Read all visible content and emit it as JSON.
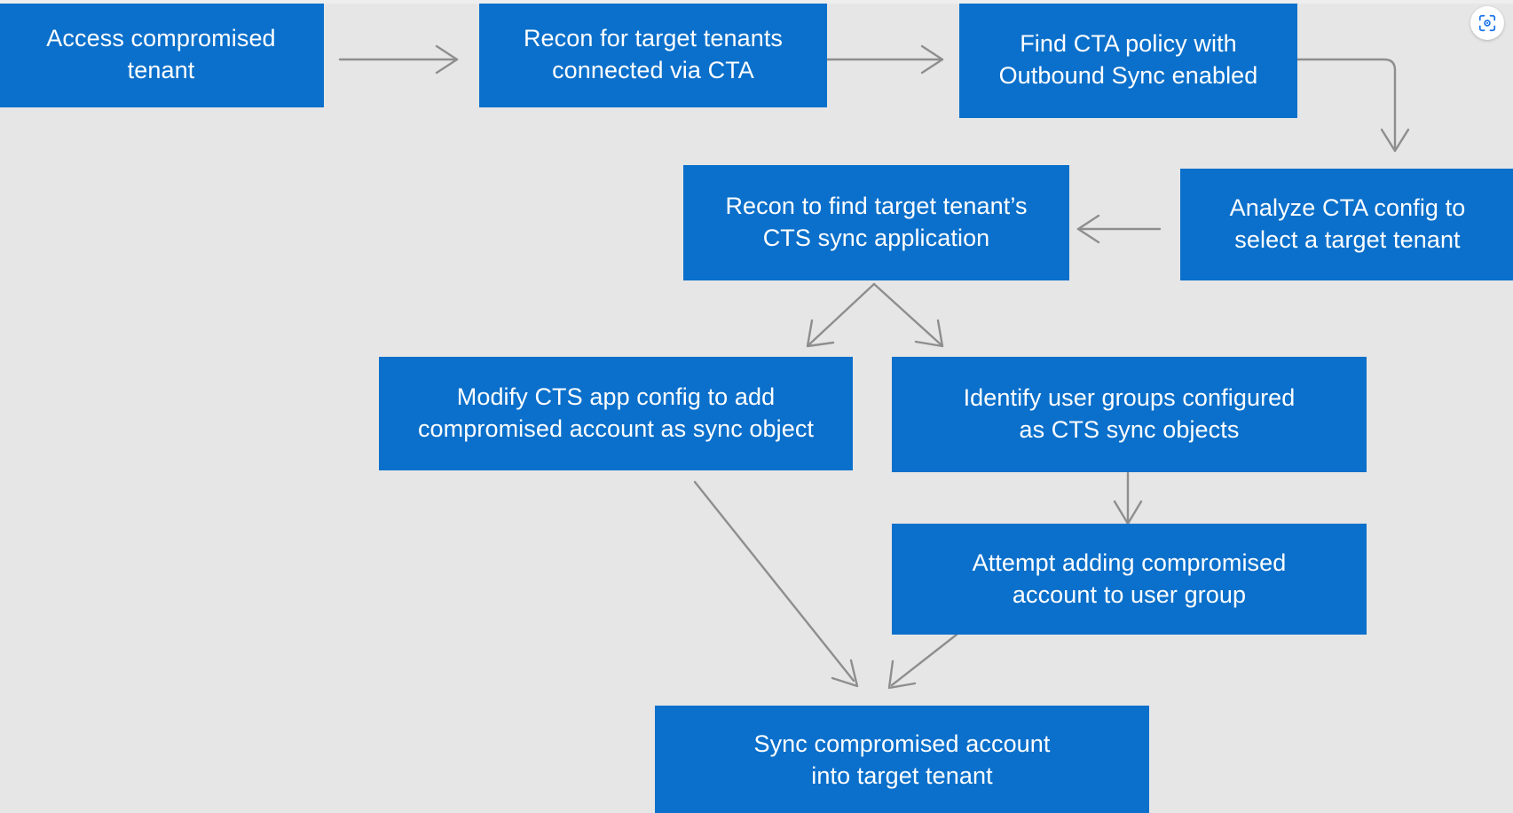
{
  "diagram": {
    "background_color": "#e6e6e6",
    "node_color": "#0b70cb",
    "node_text_color": "#ffffff",
    "edge_color": "#8e8e8e",
    "nodes": [
      {
        "id": "access-compromised-tenant",
        "label": "Access compromised\ntenant"
      },
      {
        "id": "recon-target-tenants-cta",
        "label": "Recon for target tenants\nconnected via CTA"
      },
      {
        "id": "find-cta-policy-outbound-sync",
        "label": "Find CTA policy with\nOutbound Sync enabled"
      },
      {
        "id": "analyze-cta-config",
        "label": "Analyze CTA config to\nselect a target tenant"
      },
      {
        "id": "recon-cts-sync-application",
        "label": "Recon to find target tenant’s\nCTS sync application"
      },
      {
        "id": "modify-cts-app-config",
        "label": "Modify CTS app config to add\ncompromised account as sync object"
      },
      {
        "id": "identify-user-groups",
        "label": "Identify user groups configured\nas CTS sync objects"
      },
      {
        "id": "attempt-adding-account",
        "label": "Attempt adding compromised\naccount to user group"
      },
      {
        "id": "sync-account-into-target",
        "label": "Sync compromised account\ninto target tenant"
      }
    ],
    "edges": [
      {
        "from": "access-compromised-tenant",
        "to": "recon-target-tenants-cta"
      },
      {
        "from": "recon-target-tenants-cta",
        "to": "find-cta-policy-outbound-sync"
      },
      {
        "from": "find-cta-policy-outbound-sync",
        "to": "analyze-cta-config"
      },
      {
        "from": "analyze-cta-config",
        "to": "recon-cts-sync-application"
      },
      {
        "from": "recon-cts-sync-application",
        "to": "modify-cts-app-config"
      },
      {
        "from": "recon-cts-sync-application",
        "to": "identify-user-groups"
      },
      {
        "from": "identify-user-groups",
        "to": "attempt-adding-account"
      },
      {
        "from": "modify-cts-app-config",
        "to": "sync-account-into-target"
      },
      {
        "from": "attempt-adding-account",
        "to": "sync-account-into-target"
      }
    ]
  },
  "overlay": {
    "lens_button": {
      "icon": "lens-scan-icon",
      "color": "#1a73e8"
    }
  }
}
